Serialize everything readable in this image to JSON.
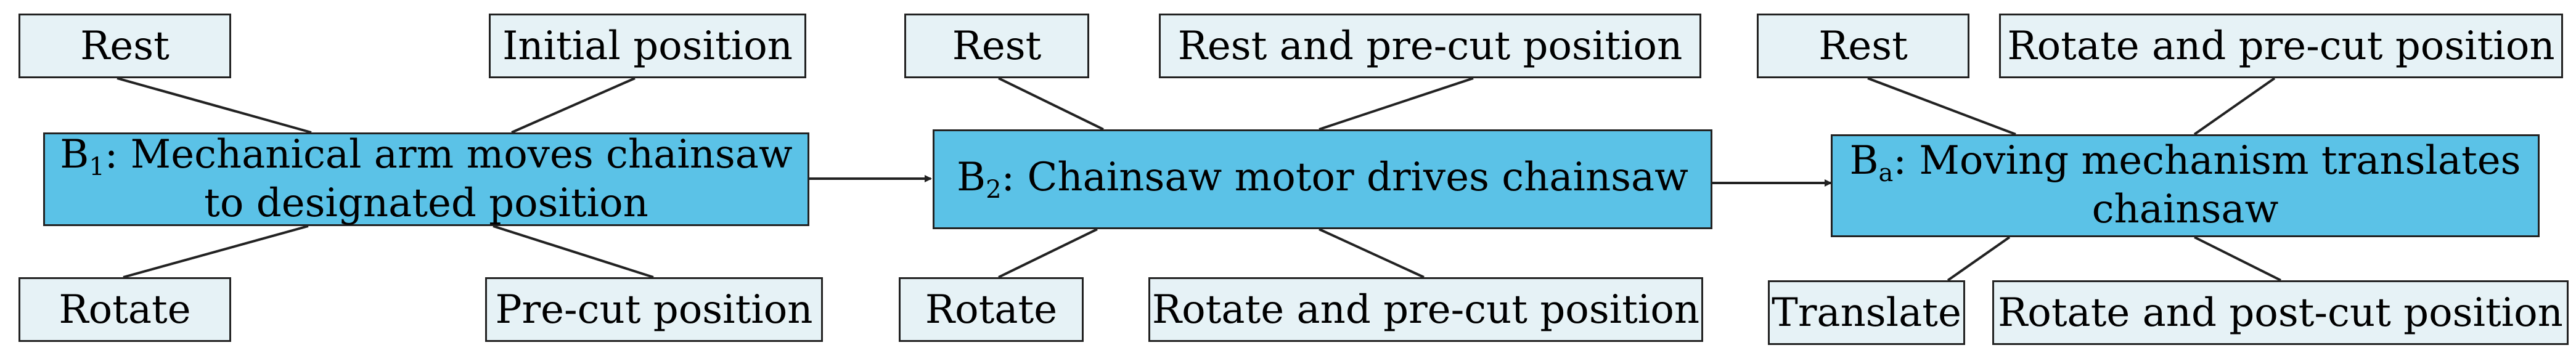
{
  "stages": [
    {
      "id": "b1",
      "title": {
        "symbol": "B",
        "subscript": "1",
        "text": ": Mechanical arm moves chainsaw to designated position"
      },
      "top_left": "Rest",
      "top_right": "Initial position",
      "bottom_left": "Rotate",
      "bottom_right": "Pre-cut position"
    },
    {
      "id": "b2",
      "title": {
        "symbol": "B",
        "subscript": "2",
        "text": ": Chainsaw motor drives chainsaw"
      },
      "top_left": "Rest",
      "top_right": "Rest and pre-cut position",
      "bottom_left": "Rotate",
      "bottom_right": "Rotate and pre-cut position"
    },
    {
      "id": "b3",
      "title": {
        "symbol": "B",
        "subscript": "a",
        "text": ": Moving mechanism translates chainsaw"
      },
      "top_left": "Rest",
      "top_right": "Rotate and pre-cut position",
      "bottom_left": "Translate",
      "bottom_right": "Rotate and post-cut position"
    }
  ],
  "colors": {
    "main_box": "#5bc2e7",
    "label_box": "#e6f2f6",
    "line": "#222222"
  }
}
